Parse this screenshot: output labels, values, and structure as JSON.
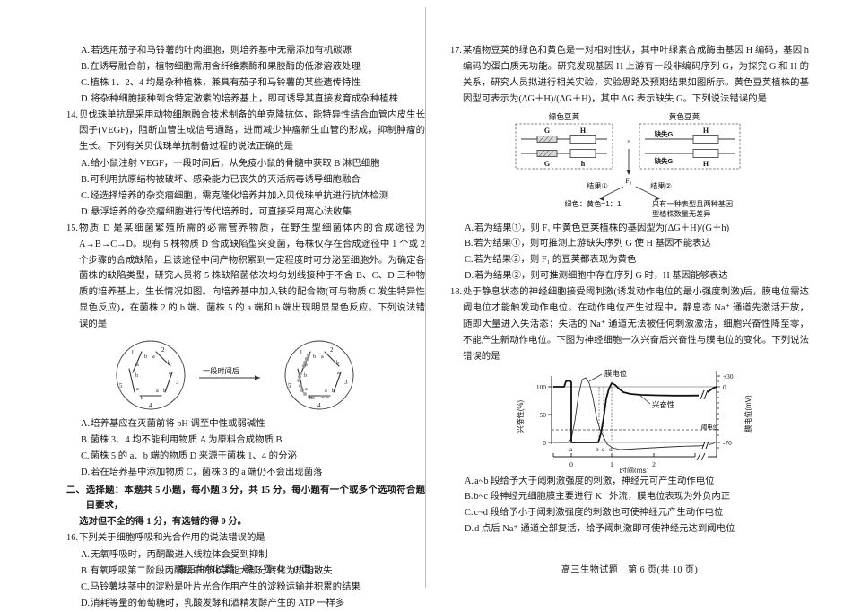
{
  "document": {
    "subject_title": "高三生物试题"
  },
  "left_page": {
    "footer": "高三生物试题　第 5 页(共 10 页)",
    "q13_options": [
      {
        "label": "A.",
        "text": "若选用茄子和马铃薯的叶肉细胞，则培养基中无需添加有机碳源"
      },
      {
        "label": "B.",
        "text": "在诱导融合前，植物细胞需用含纤维素酶和果胶酶的低渗溶液处理"
      },
      {
        "label": "C.",
        "text": "植株 1、2、4 均是杂种植株，兼具有茄子和马铃薯的某些遗传特性"
      },
      {
        "label": "D.",
        "text": "将杂种细胞接种到含特定激素的培养基上，即可诱导其直接发育成杂种植株"
      }
    ],
    "q14": {
      "num": "14.",
      "stem": "贝伐珠单抗是采用动物细胞融合技术制备的单克隆抗体，能特异性结合血管内皮生长因子(VEGF)，阻断血管生成信号通路，进而减少肿瘤新生血管的形成，抑制肿瘤的生长。下列有关贝伐珠单抗制备过程的说法正确的是",
      "options": [
        {
          "label": "A.",
          "text": "给小鼠注射 VEGF，一段时间后，从免疫小鼠的骨髓中获取 B 淋巴细胞"
        },
        {
          "label": "B.",
          "text": "可利用抗原结构被破坏、感染能力已丧失的灭活病毒诱导细胞融合"
        },
        {
          "label": "C.",
          "text": "经选择培养的杂交瘤细胞，需克隆化培养并加入贝伐珠单抗进行抗体检测"
        },
        {
          "label": "D.",
          "text": "悬浮培养的杂交瘤细胞进行传代培养时，可直接采用离心法收集"
        }
      ]
    },
    "q15": {
      "num": "15.",
      "stem": "物质 D 是某细菌繁殖所需的必需营养物质，在野生型细菌体内的合成途径为 A→B→C→D。现有 5 株物质 D 合成缺陷型突变菌，每株仅存在合成途径中 1 个或 2 个步骤的合成缺陷，且该途径中间产物积累到一定程度时可分泌至细胞外。为确定各菌株的缺陷类型，研究人员将 5 株缺陷菌依次均匀划线接种于不含 B、C、D 三种物质的培养基上，生长情况如图。向培养基中加入铁的配合物(可与物质 C 发生特异性显色反应)，在菌株 2 的 b 端、菌株 5 的 a 端和 b 端出现明显显色反应。下列说法错误的是",
      "figure": {
        "name": "petri-dish-diagram",
        "arrow_label": "一段时间后",
        "streak_labels": [
          "1",
          "2",
          "3",
          "4",
          "5"
        ],
        "end_labels": [
          "a",
          "b"
        ],
        "growth_positions_right": [
          "菌株1-a端",
          "菌株5-a端",
          "菌株5-b端",
          "菌株4-b端"
        ]
      },
      "options": [
        {
          "label": "A.",
          "text": "培养基应在灭菌前将 pH 调至中性或弱碱性"
        },
        {
          "label": "B.",
          "text": "菌株 3、4 均不能利用物质 A 为原料合成物质 B"
        },
        {
          "label": "C.",
          "text": "菌株 5 的 a、b 端的物质 D 来源于菌株 1、4 的分泌"
        },
        {
          "label": "D.",
          "text": "若在培养基中添加物质 C，菌株 3 的 a 端仍不会出现菌落"
        }
      ]
    },
    "section2": {
      "head_num": "二、",
      "head_text": "选择题：本题共 5 小题，每小题 3 分，共 15 分。每小题有一个或多个选项符合题目要求，",
      "head_cont": "选对但不全的得 1 分，有选错的得 0 分。"
    },
    "q16": {
      "num": "16.",
      "stem": "下列关于细胞呼吸和光合作用的说法错误的是",
      "options": [
        {
          "label": "A.",
          "text": "无氧呼吸时，丙酮酸进入线粒体会受到抑制"
        },
        {
          "label": "B.",
          "text": "有氧呼吸第二阶段丙酮酸中的化学能大部分转化为热能散失"
        },
        {
          "label": "C.",
          "text": "马铃薯块茎中的淀粉是叶片光合作用产生的淀粉运输并积累的结果"
        },
        {
          "label": "D.",
          "text": "消耗等量的葡萄糖时，乳酸发酵和酒精发酵产生的 ATP 一样多"
        }
      ]
    }
  },
  "right_page": {
    "footer": "高三生物试题　第 6 页(共 10 页)",
    "q17": {
      "num": "17.",
      "stem_part1": "某植物豆荚的绿色和黄色是一对相对性状，其中叶绿素合成酶由基因 H 编码，基因 h 编码的蛋白质无功能。研究发现基因 H 上游有一段非编码序列 G，为探究 G 和 H 的关系，研究人员拟进行相关实验，实验思路及预期结果如图所示。黄色豆荚植株的基因型可表示为(ΔG＋H)/(ΔG＋H)，其中 ΔG 表示缺失 G。下列说法错误的是",
      "figure": {
        "name": "genetics-cross-diagram",
        "parent_left_title": "绿色豆荚",
        "parent_right_title": "黄色豆荚",
        "left_gene_top_left": "G",
        "left_gene_top_right": "H",
        "left_gene_bottom_left": "G",
        "left_gene_bottom_right": "h",
        "right_gene_top_left": "缺失G",
        "right_gene_top_right": "H",
        "right_gene_bottom_left": "缺失G",
        "right_gene_bottom_right": "H",
        "cross_symbol": "×",
        "f1_label": "F₁",
        "result1_label": "结果①",
        "result2_label": "结果②",
        "result1_text": "绿色：黄色=1：1",
        "result2_text": "只有一种表型且两种基因型植株数量无差异"
      },
      "options": [
        {
          "label": "A.",
          "text": "若为结果①，则 F₁ 中黄色豆荚植株的基因型为(ΔG＋H)/(G＋h)"
        },
        {
          "label": "B.",
          "text": "若为结果①，则可推测上游缺失序列 G 使 H 基因不能表达"
        },
        {
          "label": "C.",
          "text": "若为结果②，则 F₁ 的豆荚都表现为黄色"
        },
        {
          "label": "D.",
          "text": "若为结果②，则可推测细胞中存在序列 G 时，H 基因能够表达"
        }
      ]
    },
    "q18": {
      "num": "18.",
      "stem": "处于静息状态的神经细胞接受阈刺激(诱发动作电位的最小强度刺激)后，膜电位需达阈电位才能触发动作电位。在动作电位产生过程中，静息态 Na⁺ 通道先激活开放，随即大量进入失活态；失活的 Na⁺ 通道无法被任何刺激激活，细胞兴奋性降至零，不能产生新动作电位。下图为神经细胞一次兴奋后兴奋性与膜电位的变化。下列说法错误的是",
      "options": [
        {
          "label": "A.",
          "text": "a~b 段给予大于阈刺激强度的刺激，神经元可产生动作电位"
        },
        {
          "label": "B.",
          "text": "b~c 段神经元细胞膜主要进行 K⁺ 外流，膜电位表现为外负内正"
        },
        {
          "label": "C.",
          "text": "c~d 段给予小于阈刺激强度的刺激也可使神经元产生动作电位"
        },
        {
          "label": "D.",
          "text": "d 点后 Na⁺ 通道全部复活，给予阈刺激即可使神经元达到阈电位"
        }
      ]
    },
    "chart_data": {
      "type": "line",
      "name": "excitability-membrane-potential-chart",
      "title": "",
      "xlabel": "时间(ms)",
      "ylabel_left": "兴奋性(%)",
      "ylabel_right": "膜电位(mV)",
      "xlim": [
        -0.25,
        3.0
      ],
      "xticks": [
        0,
        1,
        2
      ],
      "xtick_labels": [
        "0",
        "1",
        "2"
      ],
      "ylim_left": [
        0,
        125
      ],
      "yticks_left": [
        0,
        50,
        100
      ],
      "ytick_labels_left": [
        "0",
        "50",
        "100"
      ],
      "ylim_right": [
        -80,
        35
      ],
      "yticks_right": [
        30,
        0,
        -70
      ],
      "ytick_labels_right": [
        "+30",
        "0",
        "-70"
      ],
      "threshold_label": "阈电位",
      "threshold_value": -55,
      "axis_break": true,
      "point_markers": [
        "a",
        "b",
        "c",
        "d"
      ],
      "point_times": [
        0.08,
        0.72,
        0.82,
        1.02
      ],
      "grid": false,
      "series": [
        {
          "name": "兴奋性",
          "label": "兴奋性",
          "axis": "left",
          "x": [
            -0.2,
            0.0,
            0.05,
            0.08,
            0.08,
            0.72,
            0.78,
            0.84,
            0.9,
            0.97,
            1.02,
            1.08,
            1.15,
            1.3,
            1.5,
            1.8,
            2.1,
            2.4,
            2.55,
            2.72,
            2.9,
            3.0
          ],
          "values": [
            100,
            100,
            108,
            108,
            0,
            0,
            18,
            45,
            78,
            98,
            108,
            104,
            98,
            92,
            88,
            86,
            85,
            85,
            85,
            92,
            97,
            100
          ]
        },
        {
          "name": "膜电位",
          "label": "膜电位",
          "axis": "right",
          "x": [
            -0.2,
            0.0,
            0.08,
            0.18,
            0.3,
            0.4,
            0.5,
            0.62,
            0.72,
            0.82,
            0.95,
            1.05,
            1.2,
            1.4,
            1.7,
            2.0,
            2.3,
            2.55,
            2.72,
            2.9,
            3.0
          ],
          "values": [
            -70,
            -70,
            -62,
            -30,
            18,
            30,
            22,
            -10,
            -45,
            -62,
            -75,
            -80,
            -81,
            -80,
            -78,
            -76,
            -74,
            -73,
            -72,
            -70,
            -70
          ]
        }
      ],
      "annotations": [
        {
          "text": "膜电位",
          "target": "membrane-potential-curve"
        },
        {
          "text": "兴奋性",
          "target": "excitability-curve"
        },
        {
          "text": "阈电位",
          "target": "threshold-line"
        }
      ]
    }
  }
}
